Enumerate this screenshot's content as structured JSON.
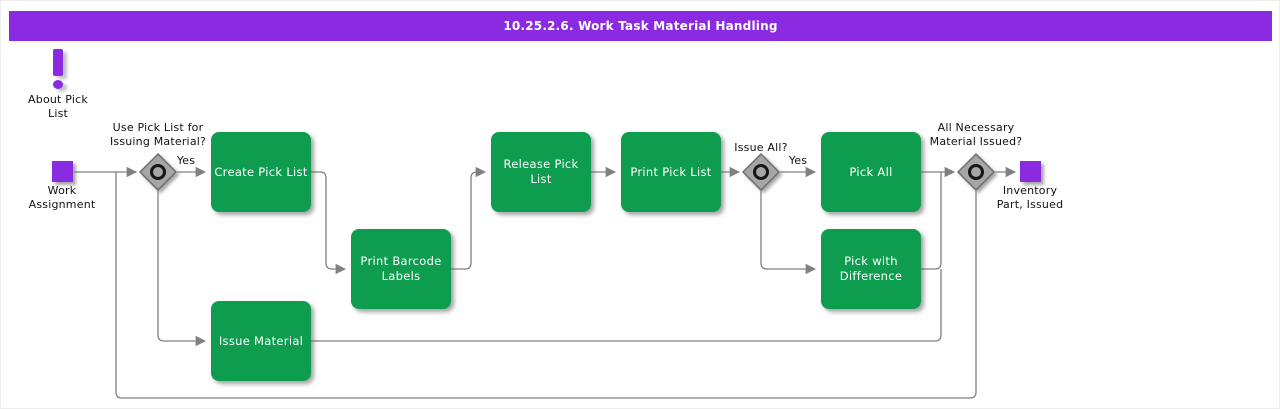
{
  "title": "10.25.2.6. Work Task Material Handling",
  "colors": {
    "purple": "#8A2BE2",
    "green": "#0E9C4E",
    "line": "#808080",
    "diamond": "#A6A6A6"
  },
  "events": {
    "about": {
      "label": "About Pick\nList"
    },
    "start": {
      "label": "Work\nAssignment"
    },
    "end": {
      "label": "Inventory\nPart, Issued"
    }
  },
  "decisions": [
    {
      "id": "use-pick-list",
      "question": "Use Pick List for\nIssuing Material?"
    },
    {
      "id": "issue-all",
      "question": "Issue All?"
    },
    {
      "id": "all-necessary-material-issued",
      "question": "All Necessary\nMaterial Issued?"
    }
  ],
  "tasks": [
    {
      "id": "create-pick-list",
      "label": "Create Pick List"
    },
    {
      "id": "print-barcode-labels",
      "label": "Print Barcode\nLabels"
    },
    {
      "id": "release-pick-list",
      "label": "Release Pick List"
    },
    {
      "id": "print-pick-list",
      "label": "Print Pick List"
    },
    {
      "id": "pick-all",
      "label": "Pick All"
    },
    {
      "id": "pick-with-difference",
      "label": "Pick with\nDifference"
    },
    {
      "id": "issue-material",
      "label": "Issue Material"
    }
  ],
  "edges": [
    {
      "from": "work-assignment",
      "to": "use-pick-list-decision"
    },
    {
      "from": "use-pick-list-decision",
      "to": "create-pick-list",
      "label": "Yes"
    },
    {
      "from": "use-pick-list-decision",
      "to": "issue-material"
    },
    {
      "from": "create-pick-list",
      "to": "print-barcode-labels"
    },
    {
      "from": "print-barcode-labels",
      "to": "release-pick-list"
    },
    {
      "from": "release-pick-list",
      "to": "print-pick-list"
    },
    {
      "from": "print-pick-list",
      "to": "issue-all-decision"
    },
    {
      "from": "issue-all-decision",
      "to": "pick-all",
      "label": "Yes"
    },
    {
      "from": "issue-all-decision",
      "to": "pick-with-difference"
    },
    {
      "from": "pick-all",
      "to": "all-necessary-material-issued-decision"
    },
    {
      "from": "pick-with-difference",
      "to": "all-necessary-material-issued-decision"
    },
    {
      "from": "issue-material",
      "to": "all-necessary-material-issued-decision"
    },
    {
      "from": "all-necessary-material-issued-decision",
      "to": "inventory-part-issued"
    },
    {
      "from": "all-necessary-material-issued-decision",
      "to": "use-pick-list-decision"
    }
  ]
}
